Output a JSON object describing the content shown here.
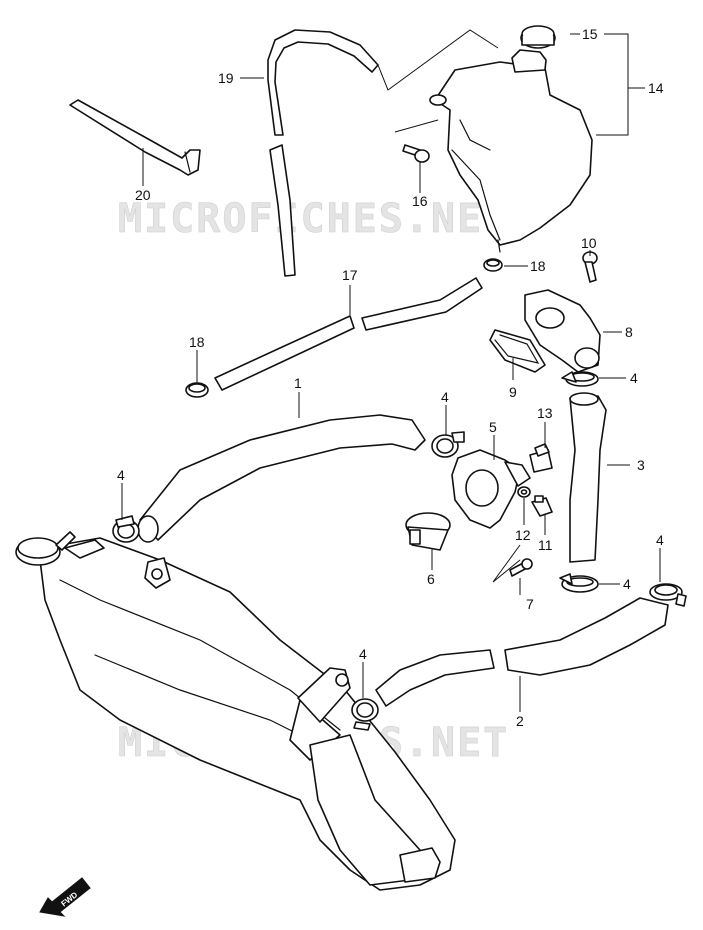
{
  "watermark": {
    "text": "MICROFICHES.NET"
  },
  "fwd_label": "FWD",
  "callouts": {
    "c1": "1",
    "c2": "2",
    "c3": "3",
    "c4a": "4",
    "c4b": "4",
    "c4c": "4",
    "c4d": "4",
    "c4e": "4",
    "c4f": "4",
    "c5": "5",
    "c6": "6",
    "c7": "7",
    "c8": "8",
    "c9": "9",
    "c10": "10",
    "c11": "11",
    "c12": "12",
    "c13": "13",
    "c14": "14",
    "c15": "15",
    "c16": "16",
    "c17": "17",
    "c18a": "18",
    "c18b": "18",
    "c19": "19",
    "c20": "20"
  }
}
